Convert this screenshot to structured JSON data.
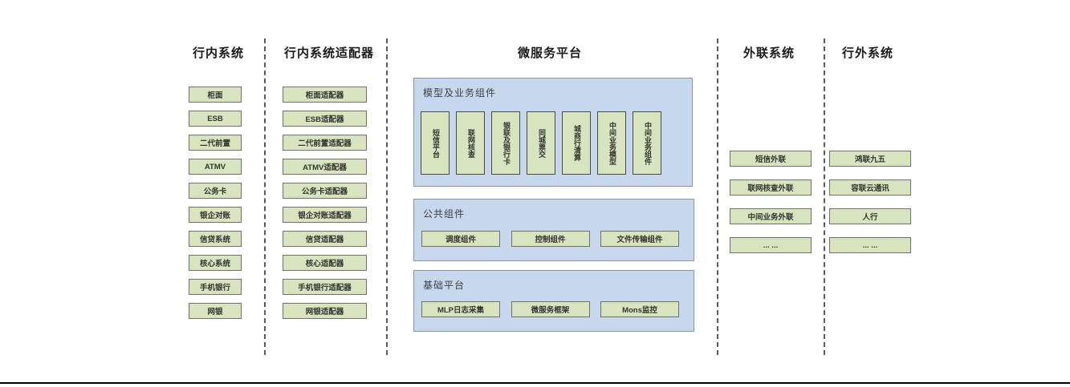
{
  "columns": {
    "internal": {
      "title": "行内系统",
      "boxes": [
        "柜面",
        "ESB",
        "二代前置",
        "ATMV",
        "公务卡",
        "银企对账",
        "信贷系统",
        "核心系统",
        "手机银行",
        "网银"
      ]
    },
    "adapters": {
      "title": "行内系统适配器",
      "boxes": [
        "柜面适配器",
        "ESB适配器",
        "二代前置适配器",
        "ATMV适配器",
        "公务卡适配器",
        "银企对账适配器",
        "信贷适配器",
        "核心适配器",
        "手机银行适配器",
        "网银适配器"
      ]
    },
    "platform": {
      "title": "微服务平台",
      "panels": [
        {
          "label": "模型及业务组件",
          "items": [
            "短信平台",
            "联网核查",
            "银联及银行卡",
            "同城票交",
            "城商行清算",
            "中间业务模型",
            "中间业务组件"
          ]
        },
        {
          "label": "公共组件",
          "items": [
            "调度组件",
            "控制组件",
            "文件传输组件"
          ]
        },
        {
          "label": "基础平台",
          "items": [
            "MLP日志采集",
            "微服务框架",
            "Mons监控"
          ]
        }
      ]
    },
    "outreach": {
      "title": "外联系统",
      "boxes": [
        "短信外联",
        "联网核查外联",
        "中间业务外联",
        "... ..."
      ]
    },
    "external": {
      "title": "行外系统",
      "boxes": [
        "鸿联九五",
        "容联云通讯",
        "人行",
        "... ..."
      ]
    }
  },
  "colors": {
    "box_green": "#d8e4bd",
    "panel_blue": "#c7d8ee",
    "box_border": "#6f6f6f",
    "separator": "#5a5a5a",
    "bottom_rule": "#000000"
  }
}
